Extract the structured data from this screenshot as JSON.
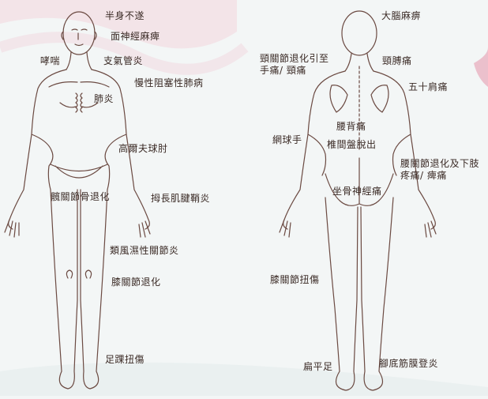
{
  "front": {
    "labels": {
      "hemiplegia": "半身不遂",
      "facial_palsy": "面神經麻痺",
      "asthma": "哮喘",
      "bronchitis": "支氣管炎",
      "copd": "慢性阻塞性肺病",
      "pneumonia": "肺炎",
      "golfers_elbow": "高爾夫球肘",
      "hip_degeneration": "髖關節骨退化",
      "de_quervain": "拇長肌腱鞘炎",
      "rheumatoid_arthritis": "類風濕性關節炎",
      "knee_degeneration": "膝關節退化",
      "ankle_sprain": "足踝扭傷"
    }
  },
  "back": {
    "labels": {
      "stroke": "大腦麻痹",
      "cervical_spondylosis_1": "頸關節退化引至",
      "cervical_spondylosis_2": "手痛/ 頸痛",
      "neck_shoulder_pain": "頸膊痛",
      "frozen_shoulder": "五十肩痛",
      "back_pain": "腰背痛",
      "tennis_elbow": "網球手",
      "disc_herniation": "椎間盤脫出",
      "lumbar_degeneration_1": "腰關節退化及下肢",
      "lumbar_degeneration_2": "疼痛/ 痺痛",
      "sciatica": "坐骨神經痛",
      "knee_sprain": "膝關節扭傷",
      "flat_feet": "扁平足",
      "plantar_fasciitis": "腳底筋膜登炎"
    }
  },
  "colors": {
    "background": "#f3f6f6",
    "outline": "#6b4a42",
    "text": "#3a2a25",
    "accent": "#e9b3c2",
    "pink_band": "#f2d6dd"
  }
}
